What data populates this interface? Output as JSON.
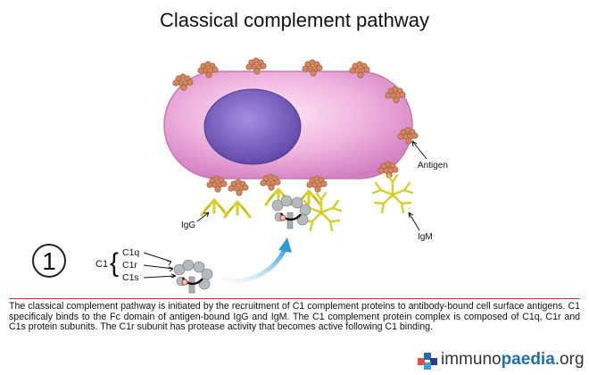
{
  "title": "Classical complement pathway",
  "labels": {
    "antigen": "Antigen",
    "igg": "IgG",
    "igm": "IgM",
    "step": "1",
    "c1": "C1",
    "c1q": "C1q",
    "c1r": "C1r",
    "c1s": "C1s"
  },
  "caption": "The classical complement pathway is initiated by the recruitment of C1 complement proteins to antibody-bound cell surface antigens. C1 specificaly binds to the Fc domain of antigen-bound IgG and IgM. The C1 complement protein complex is composed of C1q, C1r and C1s protein subunits. The C1r subunit has protease activity that becomes active following C1 binding.",
  "logo": {
    "part1": "immuno",
    "part2": "paedia",
    "part3": ".org"
  },
  "colors": {
    "cell": "#e59ad2",
    "nucleus": "#7e63c4",
    "antigen": "#d4875e",
    "antibody": "#d9cf2c",
    "c1": "#a8aeb3",
    "arrow": "#4aa8e0",
    "divider": "#c0392b"
  }
}
